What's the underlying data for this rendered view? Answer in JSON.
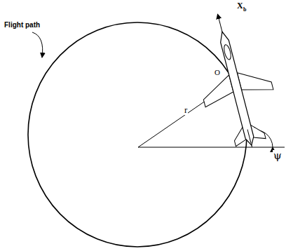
{
  "diagram": {
    "labels": [
      "Flight path",
      "X",
      "b",
      "O",
      "r",
      "ψ"
    ]
  }
}
